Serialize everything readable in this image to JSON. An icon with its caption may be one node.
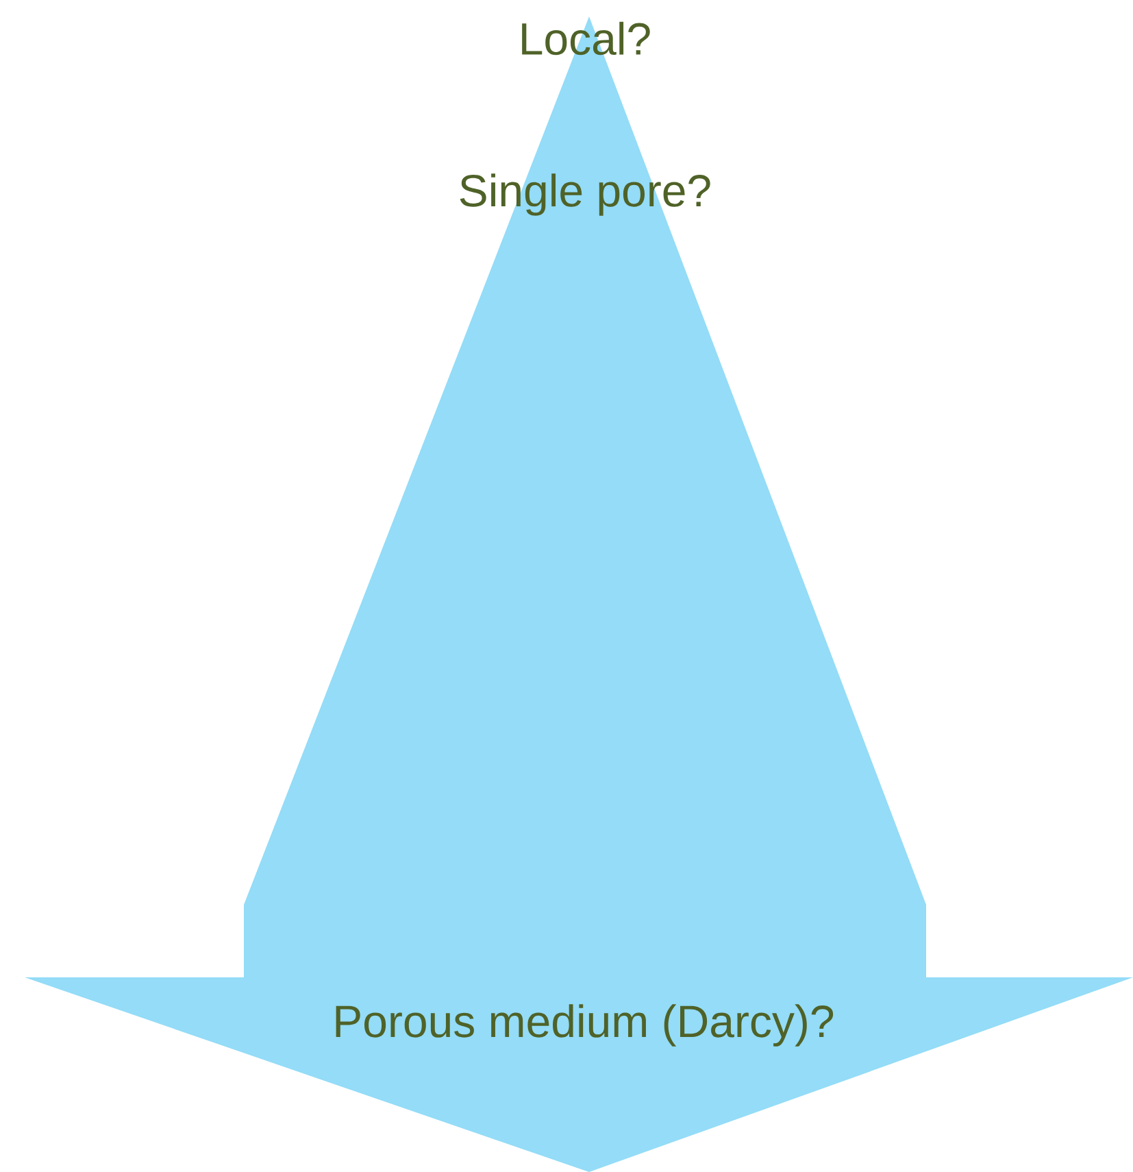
{
  "diagram": {
    "nodes": [
      {
        "text": [
          "Local?",
          "Single pore?",
          "Porous medium (Darcy)?"
        ]
      }
    ]
  }
}
